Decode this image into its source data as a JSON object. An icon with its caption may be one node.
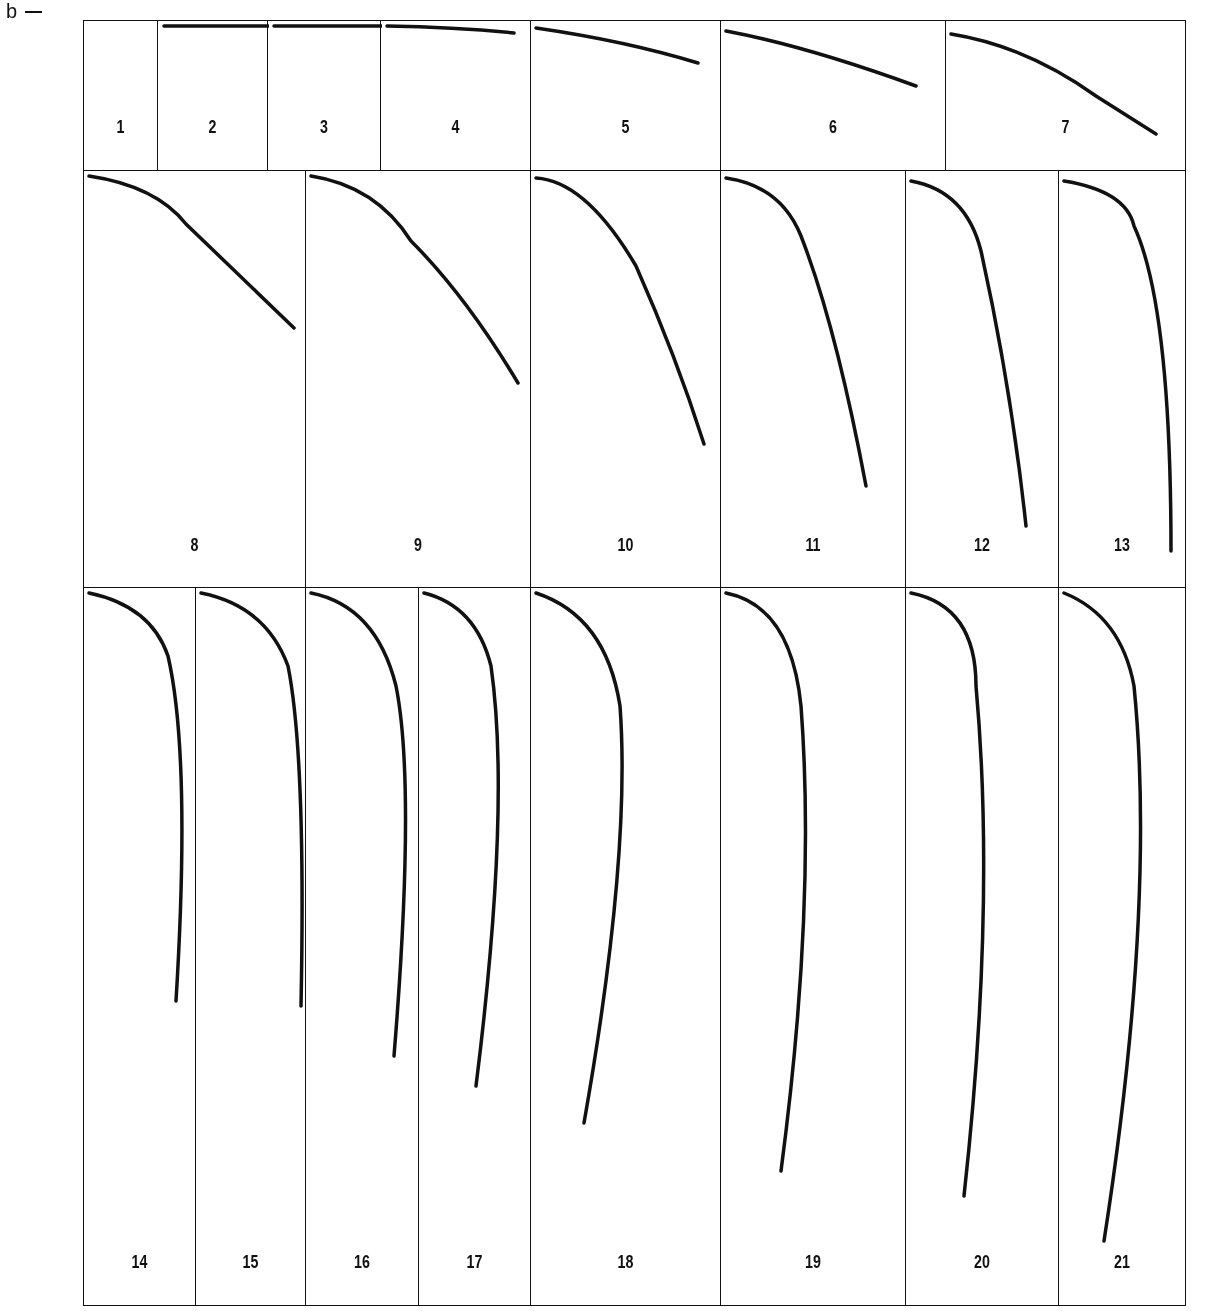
{
  "diagram": {
    "nodes": [
      {
        "text": [
          "1"
        ]
      },
      {
        "text": [
          "2"
        ]
      },
      {
        "text": [
          "3"
        ]
      },
      {
        "text": [
          "4"
        ]
      },
      {
        "text": [
          "5"
        ]
      },
      {
        "text": [
          "6"
        ]
      },
      {
        "text": [
          "7"
        ]
      },
      {
        "text": [
          "8"
        ]
      },
      {
        "text": [
          "9"
        ]
      },
      {
        "text": [
          "10"
        ]
      },
      {
        "text": [
          "11"
        ]
      },
      {
        "text": [
          "12"
        ]
      },
      {
        "text": [
          "13"
        ]
      },
      {
        "text": [
          "14"
        ]
      },
      {
        "text": [
          "15"
        ]
      },
      {
        "text": [
          "16"
        ]
      },
      {
        "text": [
          "17"
        ]
      },
      {
        "text": [
          "18"
        ]
      },
      {
        "text": [
          "19"
        ]
      },
      {
        "text": [
          "20"
        ]
      },
      {
        "text": [
          "21"
        ]
      }
    ],
    "edges": [],
    "labels": [
      "b"
    ]
  }
}
